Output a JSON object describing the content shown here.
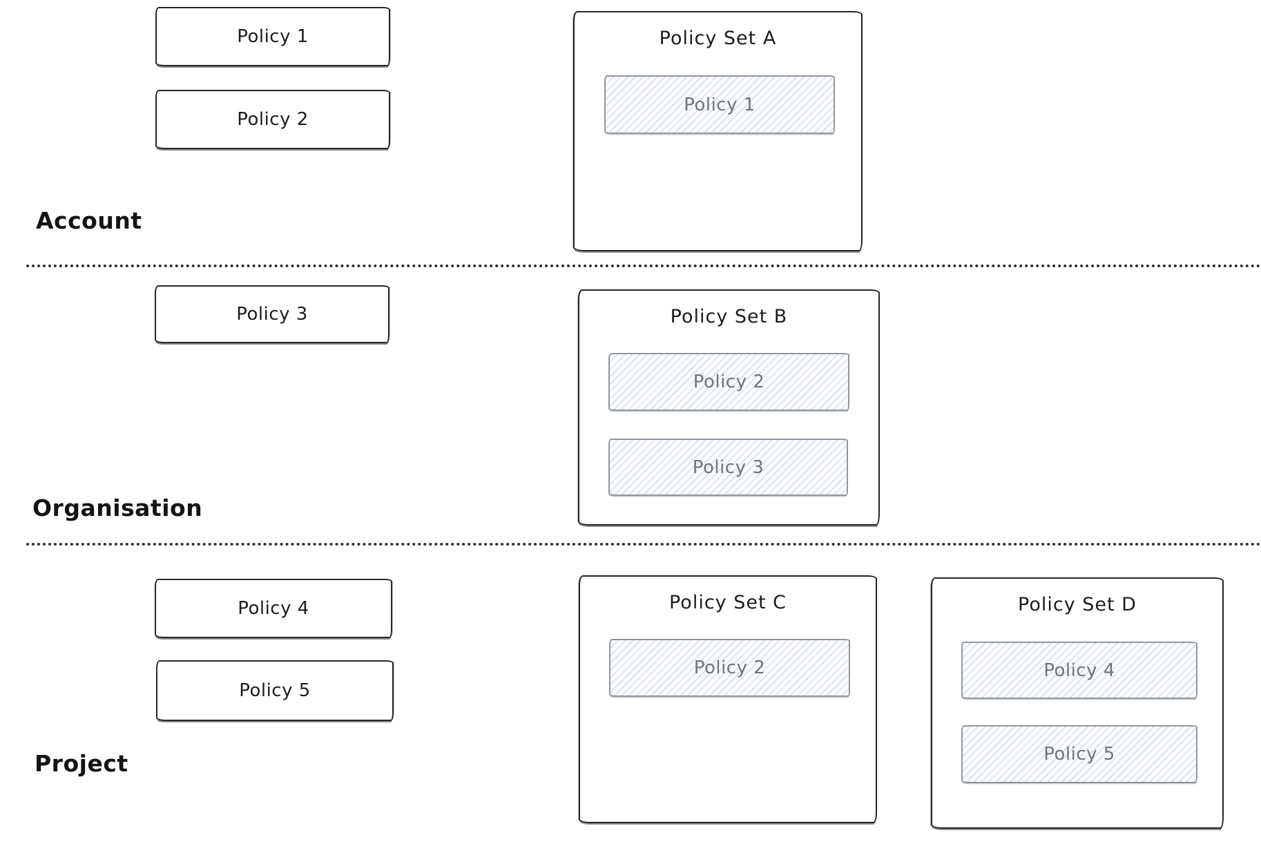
{
  "diagram": {
    "sections": [
      {
        "label": "Account",
        "standalone_policies": [
          {
            "label": "Policy 1"
          },
          {
            "label": "Policy 2"
          }
        ],
        "policy_sets": [
          {
            "title": "Policy Set A",
            "members": [
              {
                "label": "Policy 1"
              }
            ]
          }
        ]
      },
      {
        "label": "Organisation",
        "standalone_policies": [
          {
            "label": "Policy 3"
          }
        ],
        "policy_sets": [
          {
            "title": "Policy Set B",
            "members": [
              {
                "label": "Policy 2"
              },
              {
                "label": "Policy 3"
              }
            ]
          }
        ]
      },
      {
        "label": "Project",
        "standalone_policies": [
          {
            "label": "Policy 4"
          },
          {
            "label": "Policy 5"
          }
        ],
        "policy_sets": [
          {
            "title": "Policy Set C",
            "members": [
              {
                "label": "Policy 2"
              }
            ]
          },
          {
            "title": "Policy Set D",
            "members": [
              {
                "label": "Policy 4"
              },
              {
                "label": "Policy 5"
              }
            ]
          }
        ]
      }
    ],
    "colors": {
      "background": "#ffffff",
      "shape_stroke": "#262626",
      "member_stroke": "#8f969e",
      "member_text": "#6e757d",
      "member_hatch": "#949ea8",
      "divider": "#2e2e2e"
    }
  }
}
